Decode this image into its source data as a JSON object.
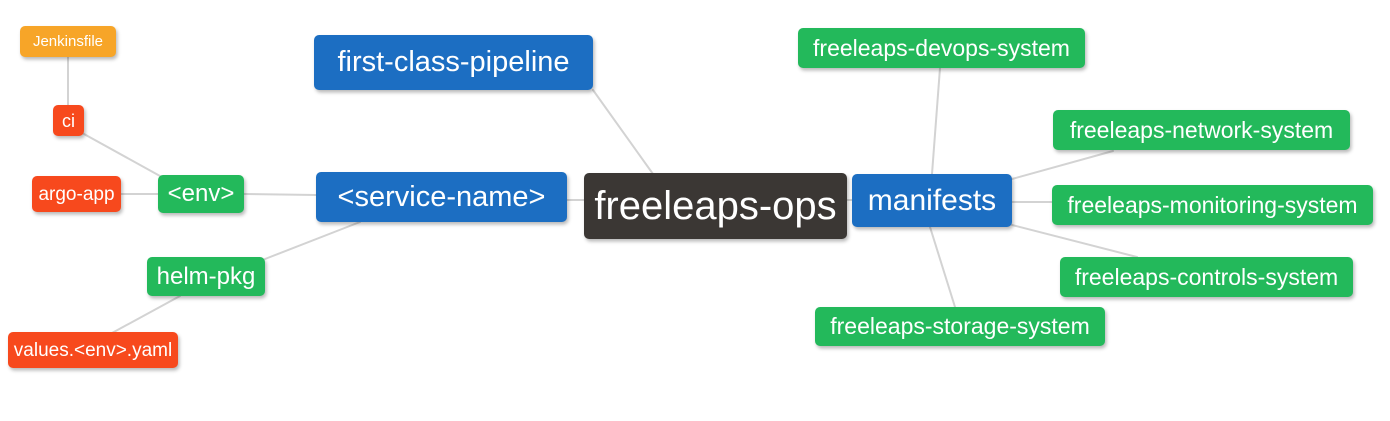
{
  "palette": {
    "blue": "#1c6ec2",
    "green": "#23b95b",
    "red": "#f7491d",
    "orange": "#f7a528",
    "dark": "#3b3734",
    "edge_line": "#d3d3d3",
    "node_text": "#ffffff",
    "background": "#ffffff"
  },
  "nodes": {
    "jenkinsfile": {
      "label": "Jenkinsfile",
      "color": "#f7a528"
    },
    "ci": {
      "label": "ci",
      "color": "#f7491d"
    },
    "argo_app": {
      "label": "argo-app",
      "color": "#f7491d"
    },
    "env": {
      "label": "<env>",
      "color": "#23b95b"
    },
    "helm_pkg": {
      "label": "helm-pkg",
      "color": "#23b95b"
    },
    "values_env_yaml": {
      "label": "values.<env>.yaml",
      "color": "#f7491d"
    },
    "first_class_pipeline": {
      "label": "first-class-pipeline",
      "color": "#1c6ec2"
    },
    "service_name": {
      "label": "<service-name>",
      "color": "#1c6ec2"
    },
    "freeleaps_ops": {
      "label": "freeleaps-ops",
      "color": "#3b3734"
    },
    "manifests": {
      "label": "manifests",
      "color": "#1c6ec2"
    },
    "devops_system": {
      "label": "freeleaps-devops-system",
      "color": "#23b95b"
    },
    "network_system": {
      "label": "freeleaps-network-system",
      "color": "#23b95b"
    },
    "monitoring_system": {
      "label": "freeleaps-monitoring-system",
      "color": "#23b95b"
    },
    "controls_system": {
      "label": "freeleaps-controls-system",
      "color": "#23b95b"
    },
    "storage_system": {
      "label": "freeleaps-storage-system",
      "color": "#23b95b"
    }
  },
  "edges": [
    {
      "from": "Jenkinsfile",
      "to": "ci"
    },
    {
      "from": "ci",
      "to": "<env>"
    },
    {
      "from": "argo-app",
      "to": "<env>"
    },
    {
      "from": "<env>",
      "to": "<service-name>"
    },
    {
      "from": "helm-pkg",
      "to": "<service-name>"
    },
    {
      "from": "helm-pkg",
      "to": "values.<env>.yaml"
    },
    {
      "from": "first-class-pipeline",
      "to": "freeleaps-ops"
    },
    {
      "from": "<service-name>",
      "to": "freeleaps-ops"
    },
    {
      "from": "freeleaps-ops",
      "to": "manifests"
    },
    {
      "from": "manifests",
      "to": "freeleaps-devops-system"
    },
    {
      "from": "manifests",
      "to": "freeleaps-network-system"
    },
    {
      "from": "manifests",
      "to": "freeleaps-monitoring-system"
    },
    {
      "from": "manifests",
      "to": "freeleaps-controls-system"
    },
    {
      "from": "manifests",
      "to": "freeleaps-storage-system"
    }
  ]
}
